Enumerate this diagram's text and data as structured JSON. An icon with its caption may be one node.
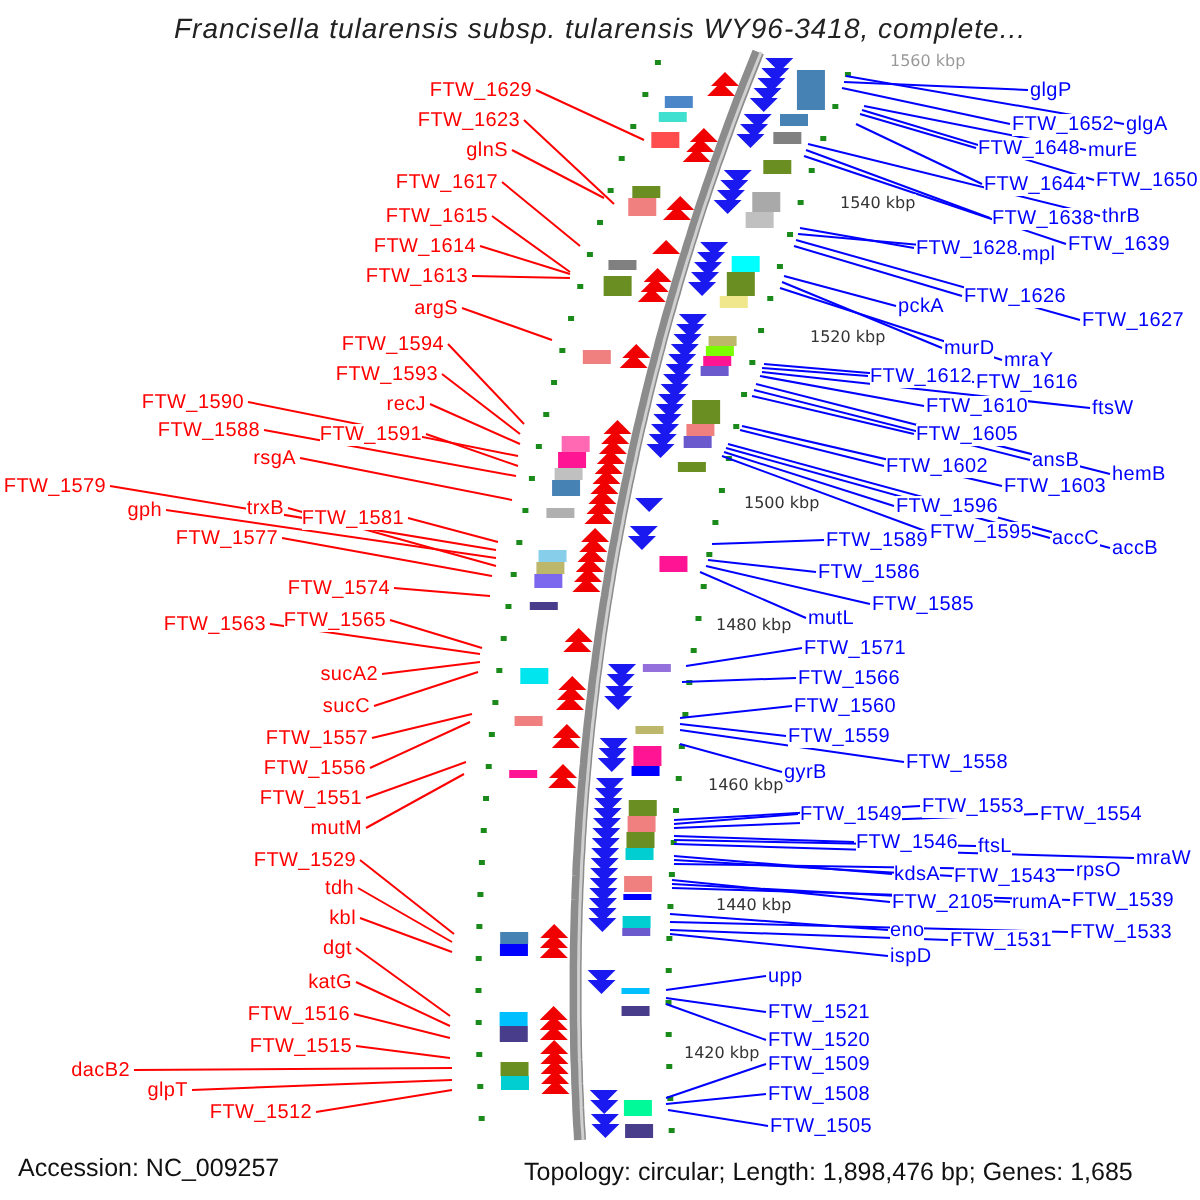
{
  "diagram": {
    "title": "Francisella tularensis subsp. tularensis WY96-3418, complete...",
    "nodes": [
      {
        "text": [
          "FTW_1629"
        ]
      },
      {
        "text": [
          "FTW_1623"
        ]
      },
      {
        "text": [
          "glnS"
        ]
      },
      {
        "text": [
          "FTW_1617"
        ]
      },
      {
        "text": [
          "FTW_1615"
        ]
      },
      {
        "text": [
          "FTW_1614"
        ]
      },
      {
        "text": [
          "FTW_1613"
        ]
      },
      {
        "text": [
          "argS"
        ]
      },
      {
        "text": [
          "FTW_1594"
        ]
      },
      {
        "text": [
          "FTW_1593"
        ]
      },
      {
        "text": [
          "recJ"
        ]
      },
      {
        "text": [
          "FTW_1590"
        ]
      },
      {
        "text": [
          "FTW_1591"
        ]
      },
      {
        "text": [
          "FTW_1588"
        ]
      },
      {
        "text": [
          "rsgA"
        ]
      },
      {
        "text": [
          "FTW_1579"
        ]
      },
      {
        "text": [
          "gph"
        ]
      },
      {
        "text": [
          "trxB"
        ]
      },
      {
        "text": [
          "FTW_1581"
        ]
      },
      {
        "text": [
          "FTW_1577"
        ]
      },
      {
        "text": [
          "FTW_1574"
        ]
      },
      {
        "text": [
          "FTW_1565"
        ]
      },
      {
        "text": [
          "FTW_1563"
        ]
      },
      {
        "text": [
          "sucA2"
        ]
      },
      {
        "text": [
          "sucC"
        ]
      },
      {
        "text": [
          "FTW_1557"
        ]
      },
      {
        "text": [
          "FTW_1556"
        ]
      },
      {
        "text": [
          "FTW_1551"
        ]
      },
      {
        "text": [
          "mutM"
        ]
      },
      {
        "text": [
          "FTW_1529"
        ]
      },
      {
        "text": [
          "tdh"
        ]
      },
      {
        "text": [
          "kbl"
        ]
      },
      {
        "text": [
          "dgt"
        ]
      },
      {
        "text": [
          "katG"
        ]
      },
      {
        "text": [
          "FTW_1516"
        ]
      },
      {
        "text": [
          "FTW_1515"
        ]
      },
      {
        "text": [
          "dacB2"
        ]
      },
      {
        "text": [
          "glpT"
        ]
      },
      {
        "text": [
          "FTW_1512"
        ]
      },
      {
        "text": [
          "glgP"
        ]
      },
      {
        "text": [
          "FTW_1652"
        ]
      },
      {
        "text": [
          "glgA"
        ]
      },
      {
        "text": [
          "FTW_1648"
        ]
      },
      {
        "text": [
          "murE"
        ]
      },
      {
        "text": [
          "FTW_1644"
        ]
      },
      {
        "text": [
          "FTW_1650"
        ]
      },
      {
        "text": [
          "FTW_1638"
        ]
      },
      {
        "text": [
          "thrB"
        ]
      },
      {
        "text": [
          "FTW_1639"
        ]
      },
      {
        "text": [
          "FTW_1628"
        ]
      },
      {
        "text": [
          "mpl"
        ]
      },
      {
        "text": [
          "FTW_1626"
        ]
      },
      {
        "text": [
          "pckA"
        ]
      },
      {
        "text": [
          "FTW_1627"
        ]
      },
      {
        "text": [
          "murD"
        ]
      },
      {
        "text": [
          "mraY"
        ]
      },
      {
        "text": [
          "FTW_1612"
        ]
      },
      {
        "text": [
          "FTW_1616"
        ]
      },
      {
        "text": [
          "ftsW"
        ]
      },
      {
        "text": [
          "FTW_1610"
        ]
      },
      {
        "text": [
          "FTW_1605"
        ]
      },
      {
        "text": [
          "ansB"
        ]
      },
      {
        "text": [
          "hemB"
        ]
      },
      {
        "text": [
          "FTW_1602"
        ]
      },
      {
        "text": [
          "FTW_1603"
        ]
      },
      {
        "text": [
          "FTW_1596"
        ]
      },
      {
        "text": [
          "FTW_1595"
        ]
      },
      {
        "text": [
          "accC"
        ]
      },
      {
        "text": [
          "accB"
        ]
      },
      {
        "text": [
          "FTW_1589"
        ]
      },
      {
        "text": [
          "FTW_1586"
        ]
      },
      {
        "text": [
          "FTW_1585"
        ]
      },
      {
        "text": [
          "mutL"
        ]
      },
      {
        "text": [
          "FTW_1571"
        ]
      },
      {
        "text": [
          "FTW_1566"
        ]
      },
      {
        "text": [
          "FTW_1560"
        ]
      },
      {
        "text": [
          "FTW_1559"
        ]
      },
      {
        "text": [
          "FTW_1558"
        ]
      },
      {
        "text": [
          "gyrB"
        ]
      },
      {
        "text": [
          "FTW_1549"
        ]
      },
      {
        "text": [
          "FTW_1553"
        ]
      },
      {
        "text": [
          "FTW_1554"
        ]
      },
      {
        "text": [
          "FTW_1546"
        ]
      },
      {
        "text": [
          "ftsL"
        ]
      },
      {
        "text": [
          "mraW"
        ]
      },
      {
        "text": [
          "kdsA"
        ]
      },
      {
        "text": [
          "FTW_1543"
        ]
      },
      {
        "text": [
          "rpsO"
        ]
      },
      {
        "text": [
          "FTW_2105"
        ]
      },
      {
        "text": [
          "rumA"
        ]
      },
      {
        "text": [
          "FTW_1539"
        ]
      },
      {
        "text": [
          "eno"
        ]
      },
      {
        "text": [
          "FTW_1531"
        ]
      },
      {
        "text": [
          "FTW_1533"
        ]
      },
      {
        "text": [
          "ispD"
        ]
      },
      {
        "text": [
          "upp"
        ]
      },
      {
        "text": [
          "FTW_1521"
        ]
      },
      {
        "text": [
          "FTW_1520"
        ]
      },
      {
        "text": [
          "FTW_1509"
        ]
      },
      {
        "text": [
          "FTW_1508"
        ]
      },
      {
        "text": [
          "FTW_1505"
        ]
      }
    ],
    "edges": [
      {
        "from": 0,
        "to": null,
        "arrow": "none",
        "color": "#ff0000"
      },
      {
        "from": 1,
        "to": null,
        "arrow": "none",
        "color": "#ff0000"
      },
      {
        "from": 2,
        "to": null,
        "arrow": "none",
        "color": "#ff0000"
      },
      {
        "from": 3,
        "to": null,
        "arrow": "none",
        "color": "#ff0000"
      },
      {
        "from": 4,
        "to": null,
        "arrow": "none",
        "color": "#ff0000"
      },
      {
        "from": 5,
        "to": null,
        "arrow": "none",
        "color": "#ff0000"
      },
      {
        "from": 6,
        "to": null,
        "arrow": "none",
        "color": "#ff0000"
      },
      {
        "from": 7,
        "to": null,
        "arrow": "none",
        "color": "#ff0000"
      },
      {
        "from": 8,
        "to": null,
        "arrow": "none",
        "color": "#ff0000"
      },
      {
        "from": 9,
        "to": null,
        "arrow": "none",
        "color": "#ff0000"
      },
      {
        "from": 10,
        "to": null,
        "arrow": "none",
        "color": "#ff0000"
      },
      {
        "from": 11,
        "to": null,
        "arrow": "none",
        "color": "#ff0000"
      },
      {
        "from": 12,
        "to": null,
        "arrow": "none",
        "color": "#ff0000"
      },
      {
        "from": 13,
        "to": null,
        "arrow": "none",
        "color": "#ff0000"
      },
      {
        "from": 14,
        "to": null,
        "arrow": "none",
        "color": "#ff0000"
      },
      {
        "from": 15,
        "to": null,
        "arrow": "none",
        "color": "#ff0000"
      },
      {
        "from": 16,
        "to": null,
        "arrow": "none",
        "color": "#ff0000"
      },
      {
        "from": 17,
        "to": null,
        "arrow": "none",
        "color": "#ff0000"
      },
      {
        "from": 18,
        "to": null,
        "arrow": "none",
        "color": "#ff0000"
      },
      {
        "from": 19,
        "to": null,
        "arrow": "none",
        "color": "#ff0000"
      },
      {
        "from": 20,
        "to": null,
        "arrow": "none",
        "color": "#ff0000"
      },
      {
        "from": 21,
        "to": null,
        "arrow": "none",
        "color": "#ff0000"
      },
      {
        "from": 22,
        "to": null,
        "arrow": "none",
        "color": "#ff0000"
      },
      {
        "from": 23,
        "to": null,
        "arrow": "none",
        "color": "#ff0000"
      },
      {
        "from": 24,
        "to": null,
        "arrow": "none",
        "color": "#ff0000"
      },
      {
        "from": 25,
        "to": null,
        "arrow": "none",
        "color": "#ff0000"
      },
      {
        "from": 26,
        "to": null,
        "arrow": "none",
        "color": "#ff0000"
      },
      {
        "from": 27,
        "to": null,
        "arrow": "none",
        "color": "#ff0000"
      },
      {
        "from": 28,
        "to": null,
        "arrow": "none",
        "color": "#ff0000"
      },
      {
        "from": 29,
        "to": null,
        "arrow": "none",
        "color": "#ff0000"
      },
      {
        "from": 30,
        "to": null,
        "arrow": "none",
        "color": "#ff0000"
      },
      {
        "from": 31,
        "to": null,
        "arrow": "none",
        "color": "#ff0000"
      },
      {
        "from": 32,
        "to": null,
        "arrow": "none",
        "color": "#ff0000"
      },
      {
        "from": 33,
        "to": null,
        "arrow": "none",
        "color": "#ff0000"
      },
      {
        "from": 34,
        "to": null,
        "arrow": "none",
        "color": "#ff0000"
      },
      {
        "from": 35,
        "to": null,
        "arrow": "none",
        "color": "#ff0000"
      },
      {
        "from": 36,
        "to": null,
        "arrow": "none",
        "color": "#ff0000"
      },
      {
        "from": 37,
        "to": null,
        "arrow": "none",
        "color": "#ff0000"
      },
      {
        "from": 38,
        "to": null,
        "arrow": "none",
        "color": "#ff0000"
      },
      {
        "from": 39,
        "to": null,
        "arrow": "none"
      },
      {
        "from": 40,
        "to": null,
        "arrow": "none"
      },
      {
        "from": 41,
        "to": null,
        "arrow": "none"
      },
      {
        "from": 42,
        "to": null,
        "arrow": "none"
      },
      {
        "from": 43,
        "to": null,
        "arrow": "none"
      },
      {
        "from": 44,
        "to": null,
        "arrow": "none"
      },
      {
        "from": 45,
        "to": null,
        "arrow": "none"
      },
      {
        "from": 46,
        "to": null,
        "arrow": "none"
      },
      {
        "from": 47,
        "to": null,
        "arrow": "none"
      },
      {
        "from": 48,
        "to": null,
        "arrow": "none"
      },
      {
        "from": 49,
        "to": null,
        "arrow": "none"
      },
      {
        "from": 50,
        "to": null,
        "arrow": "none"
      },
      {
        "from": 51,
        "to": null,
        "arrow": "none"
      },
      {
        "from": 52,
        "to": null,
        "arrow": "none"
      },
      {
        "from": 53,
        "to": null,
        "arrow": "none"
      },
      {
        "from": 54,
        "to": null,
        "arrow": "none"
      },
      {
        "from": 55,
        "to": null,
        "arrow": "none"
      },
      {
        "from": 56,
        "to": null,
        "arrow": "none"
      },
      {
        "from": 57,
        "to": null,
        "arrow": "none"
      },
      {
        "from": 58,
        "to": null,
        "arrow": "none"
      },
      {
        "from": 59,
        "to": null,
        "arrow": "none"
      },
      {
        "from": 60,
        "to": null,
        "arrow": "none"
      },
      {
        "from": 61,
        "to": null,
        "arrow": "none"
      },
      {
        "from": 62,
        "to": null,
        "arrow": "none"
      },
      {
        "from": 63,
        "to": null,
        "arrow": "none"
      },
      {
        "from": 64,
        "to": null,
        "arrow": "none"
      },
      {
        "from": 65,
        "to": null,
        "arrow": "none"
      },
      {
        "from": 66,
        "to": null,
        "arrow": "none"
      },
      {
        "from": 67,
        "to": null,
        "arrow": "none"
      },
      {
        "from": 68,
        "to": null,
        "arrow": "none"
      },
      {
        "from": 69,
        "to": null,
        "arrow": "none"
      },
      {
        "from": 70,
        "to": null,
        "arrow": "none"
      },
      {
        "from": 71,
        "to": null,
        "arrow": "none"
      },
      {
        "from": 72,
        "to": null,
        "arrow": "none"
      },
      {
        "from": 73,
        "to": null,
        "arrow": "none"
      },
      {
        "from": 74,
        "to": null,
        "arrow": "none"
      },
      {
        "from": 75,
        "to": null,
        "arrow": "none"
      },
      {
        "from": 76,
        "to": null,
        "arrow": "none"
      },
      {
        "from": 77,
        "to": null,
        "arrow": "none"
      },
      {
        "from": 78,
        "to": null,
        "arrow": "none"
      },
      {
        "from": 79,
        "to": null,
        "arrow": "none"
      },
      {
        "from": 80,
        "to": null,
        "arrow": "none"
      },
      {
        "from": 81,
        "to": null,
        "arrow": "none"
      },
      {
        "from": 82,
        "to": null,
        "arrow": "none"
      },
      {
        "from": 83,
        "to": null,
        "arrow": "none"
      },
      {
        "from": 84,
        "to": null,
        "arrow": "none"
      },
      {
        "from": 85,
        "to": null,
        "arrow": "none"
      },
      {
        "from": 86,
        "to": null,
        "arrow": "none"
      },
      {
        "from": 87,
        "to": null,
        "arrow": "none"
      },
      {
        "from": 88,
        "to": null,
        "arrow": "none"
      },
      {
        "from": 89,
        "to": null,
        "arrow": "none"
      },
      {
        "from": 90,
        "to": null,
        "arrow": "none"
      },
      {
        "from": 91,
        "to": null,
        "arrow": "none"
      },
      {
        "from": 92,
        "to": null,
        "arrow": "none"
      },
      {
        "from": 93,
        "to": null,
        "arrow": "none"
      },
      {
        "from": 94,
        "to": null,
        "arrow": "none"
      },
      {
        "from": 95,
        "to": null,
        "arrow": "none"
      },
      {
        "from": 96,
        "to": null,
        "arrow": "none"
      },
      {
        "from": 97,
        "to": null,
        "arrow": "none"
      },
      {
        "from": 98,
        "to": null,
        "arrow": "none"
      },
      {
        "from": 99,
        "to": null,
        "arrow": "none"
      },
      {
        "from": 100,
        "to": null,
        "arrow": "none"
      }
    ],
    "labels": [
      "1560 kbp",
      "1540 kbp",
      "1520 kbp",
      "1500 kbp",
      "1480 kbp",
      "1460 kbp",
      "1440 kbp",
      "1420 kbp",
      "Accession: NC_009257",
      "Topology: circular; Length: 1,898,476 bp; Genes: 1,685"
    ]
  }
}
